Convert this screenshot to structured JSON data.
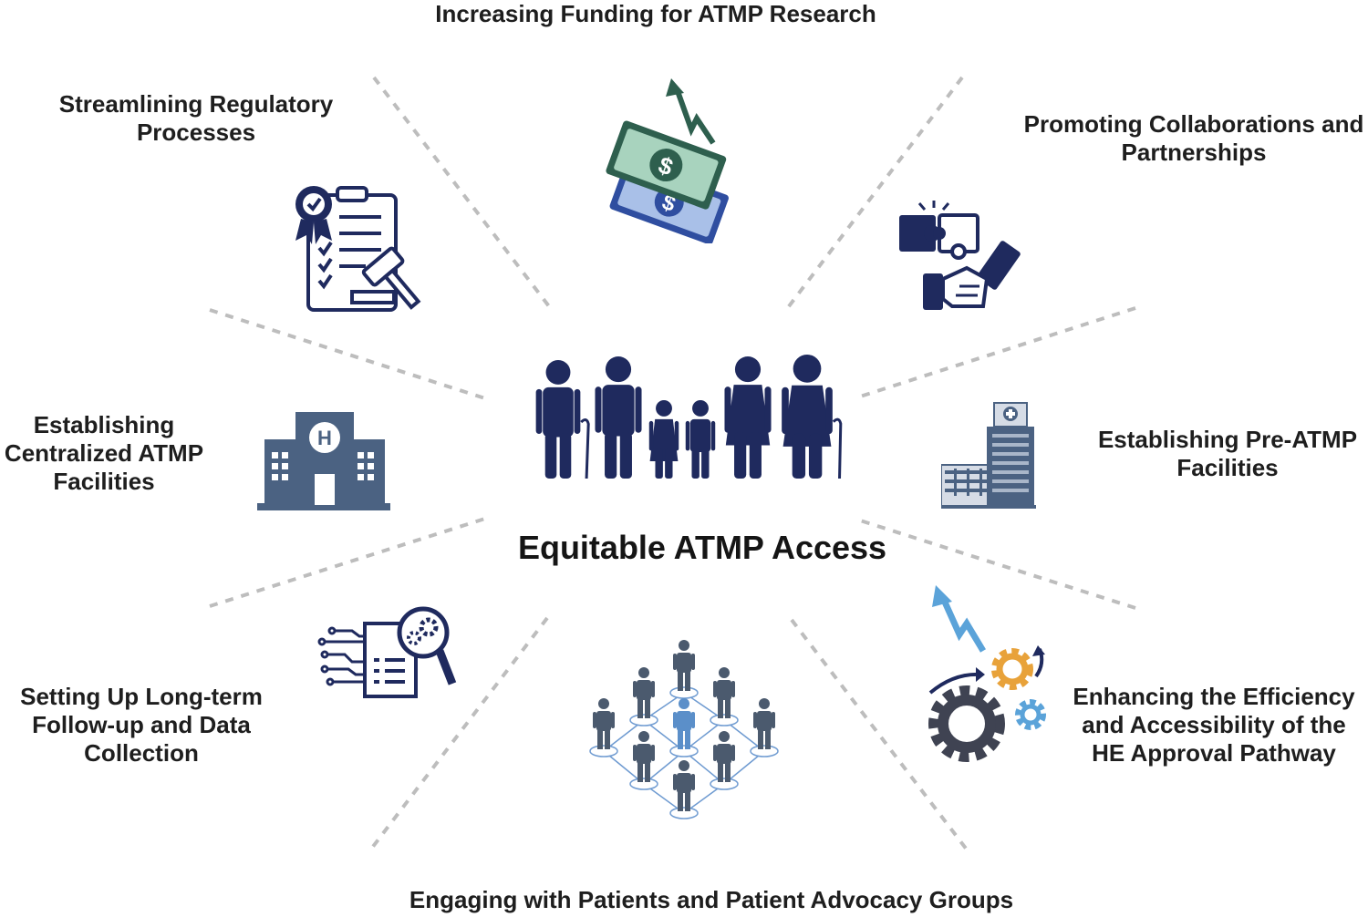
{
  "center": {
    "title": "Equitable ATMP Access"
  },
  "strategies": {
    "funding": {
      "lines": [
        "Increasing Funding for ATMP Research"
      ]
    },
    "regulatory": {
      "lines": [
        "Streamlining Regulatory",
        "Processes"
      ]
    },
    "collaborations": {
      "lines": [
        "Promoting Collaborations and",
        "Partnerships"
      ]
    },
    "centralized": {
      "lines": [
        "Establishing",
        "Centralized ATMP",
        "Facilities"
      ]
    },
    "pre_atmp": {
      "lines": [
        "Establishing Pre-ATMP",
        "Facilities"
      ]
    },
    "follow_up": {
      "lines": [
        "Setting Up Long-term",
        "Follow-up and Data",
        "Collection"
      ]
    },
    "he_pathway": {
      "lines": [
        "Enhancing the Efficiency",
        "and Accessibility of the",
        "HE Approval Pathway"
      ]
    },
    "patients": {
      "lines": [
        "Engaging with Patients and Patient Advocacy Groups"
      ]
    }
  },
  "icons": [
    "money-growth-icon",
    "regulatory-checklist-gavel-icon",
    "puzzle-handshake-icon",
    "hospital-building-icon",
    "tall-medical-building-icon",
    "data-document-search-icon",
    "gears-growth-icon",
    "patient-network-icon",
    "family-people-icon"
  ],
  "colors": {
    "navy": "#1f2a5e",
    "slate": "#4b6282",
    "green_bill": "#8fbfa8",
    "blue_bill": "#2f4ea0",
    "orange_gear": "#e8a23a",
    "light_blue": "#5ba3d9",
    "spoke": "#bdbdbd"
  }
}
